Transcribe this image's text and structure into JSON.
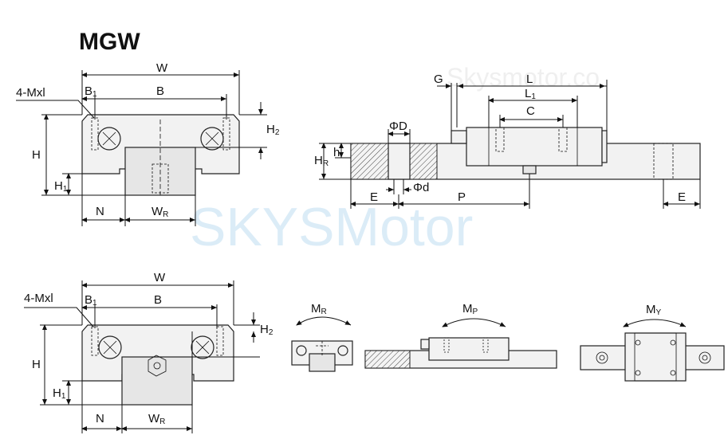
{
  "title": "MGW",
  "watermark": "SKYSMotor",
  "watermark_small": "Skysmotor.co",
  "top_front_view": {
    "labels": {
      "W": "W",
      "B1_main": "B",
      "B1_sub": "1",
      "B": "B",
      "mount": "4-Mxl",
      "H": "H",
      "H1_main": "H",
      "H1_sub": "1",
      "H2_main": "H",
      "H2_sub": "2",
      "N": "N",
      "WR_main": "W",
      "WR_sub": "R"
    }
  },
  "side_view": {
    "labels": {
      "G": "G",
      "L": "L",
      "L1_main": "L",
      "L1_sub": "1",
      "C": "C",
      "PhiD": "ΦD",
      "HR_main": "H",
      "HR_sub": "R",
      "h": "h",
      "Phid": "Φd",
      "E_left": "E",
      "P": "P",
      "E_right": "E"
    }
  },
  "bottom_front_view": {
    "labels": {
      "W": "W",
      "B1_main": "B",
      "B1_sub": "1",
      "B": "B",
      "mount": "4-Mxl",
      "H": "H",
      "H1_main": "H",
      "H1_sub": "1",
      "H2_main": "H",
      "H2_sub": "2",
      "N": "N",
      "WR_main": "W",
      "WR_sub": "R"
    }
  },
  "moments": {
    "MR_main": "M",
    "MR_sub": "R",
    "MP_main": "M",
    "MP_sub": "P",
    "MY_main": "M",
    "MY_sub": "Y"
  }
}
